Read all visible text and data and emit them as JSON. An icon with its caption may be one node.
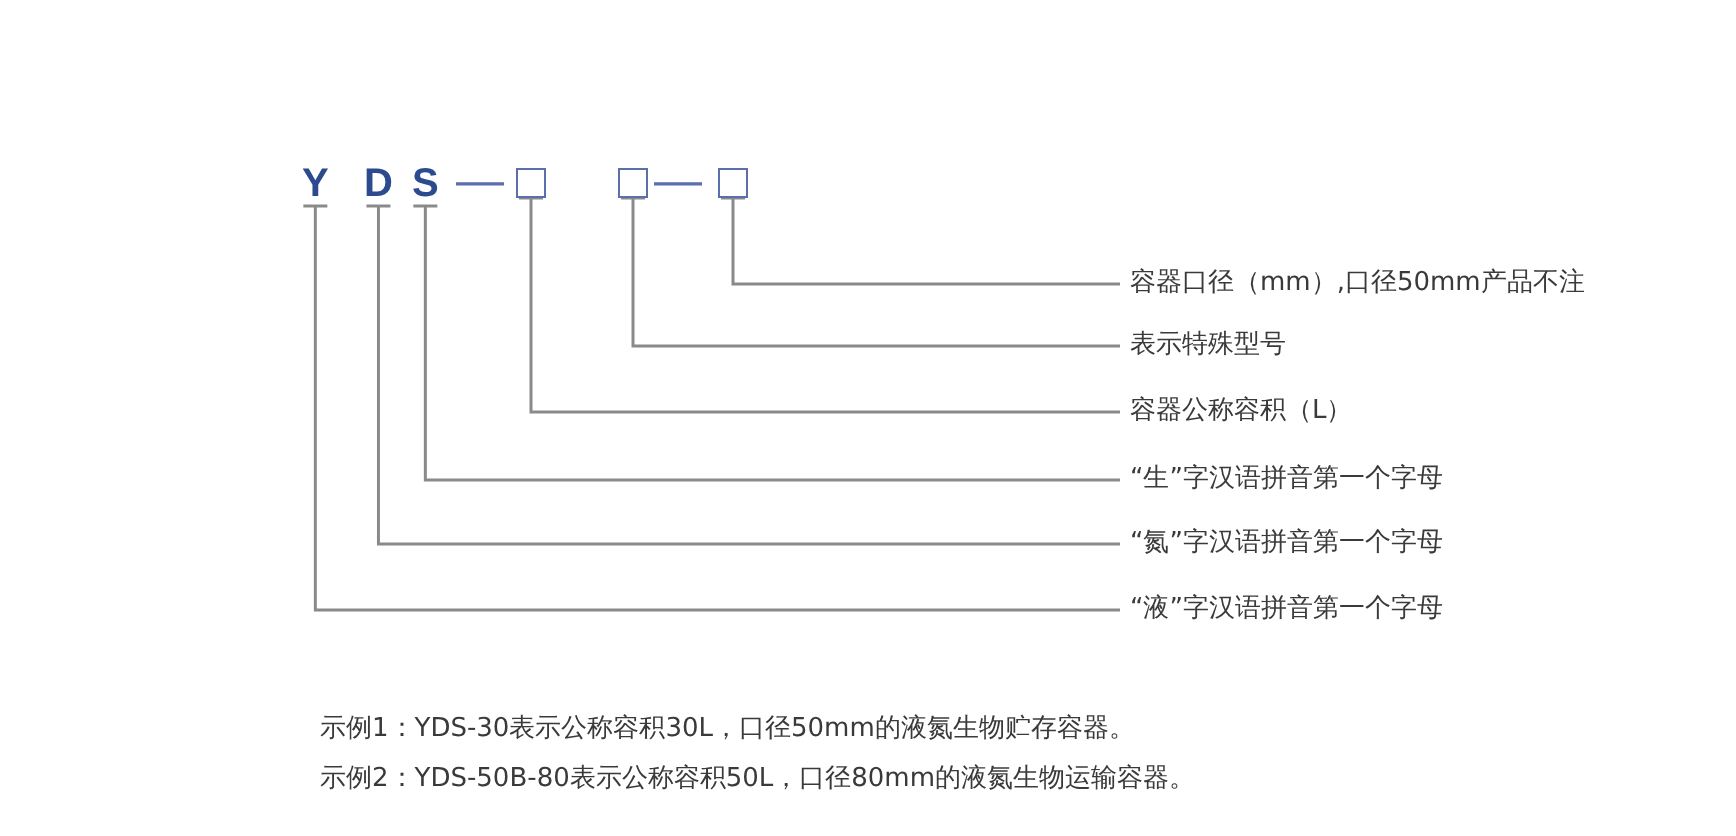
{
  "diagram": {
    "nodes": [
      {
        "text": [
          "Y"
        ]
      },
      {
        "text": [
          "D"
        ]
      },
      {
        "text": [
          "S"
        ]
      },
      {
        "text": [],
        "shape": "box"
      },
      {
        "text": [],
        "shape": "box"
      },
      {
        "text": [],
        "shape": "box"
      },
      {
        "text": [
          "容器口径（mm）,口径50mm产品不注"
        ]
      },
      {
        "text": [
          "表示特殊型号"
        ]
      },
      {
        "text": [
          "容器公称容积（L）"
        ]
      },
      {
        "text": [
          "“生”字汉语拼音第一个字母"
        ]
      },
      {
        "text": [
          "“氮”字汉语拼音第一个字母"
        ]
      },
      {
        "text": [
          "“液”字汉语拼音第一个字母"
        ]
      }
    ],
    "edges": [
      {
        "from": 5,
        "to": 6,
        "arrow": "other"
      },
      {
        "from": 4,
        "to": 7,
        "arrow": "other"
      },
      {
        "from": 3,
        "to": 8,
        "arrow": "other"
      },
      {
        "from": 2,
        "to": 9,
        "arrow": "other"
      },
      {
        "from": 1,
        "to": 10,
        "arrow": "other"
      },
      {
        "from": 0,
        "to": 11,
        "arrow": "other"
      }
    ],
    "labels": [
      "—",
      "—",
      "示例1：YDS-30表示公称容积30L，口径50mm的液氮生物贮存容器。",
      "示例2：YDS-50B-80表示公称容积50L，口径80mm的液氮生物运输容器。"
    ]
  }
}
